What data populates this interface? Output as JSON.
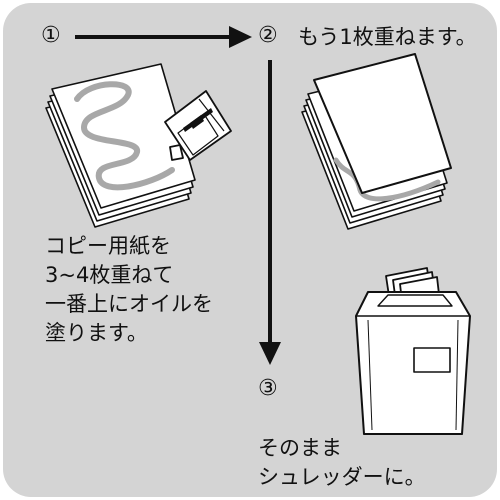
{
  "steps": [
    {
      "marker": "①",
      "caption_lines": [
        "コピー用紙を",
        "3~4枚重ねて",
        "一番上にオイルを",
        "塗ります。"
      ]
    },
    {
      "marker": "②",
      "caption_lines": [
        "もう1枚重ねます。"
      ]
    },
    {
      "marker": "③",
      "caption_lines": [
        "そのまま",
        "シュレッダーに。"
      ]
    }
  ],
  "colors": {
    "panel_background": "#d4d4d4",
    "paper": "#ffffff",
    "outline": "#111111",
    "oil_trace": "#a8a8a8"
  },
  "icons": [
    "right-arrow-icon",
    "down-arrow-icon",
    "paper-stack-icon",
    "oil-bottle-icon",
    "shredder-icon"
  ]
}
